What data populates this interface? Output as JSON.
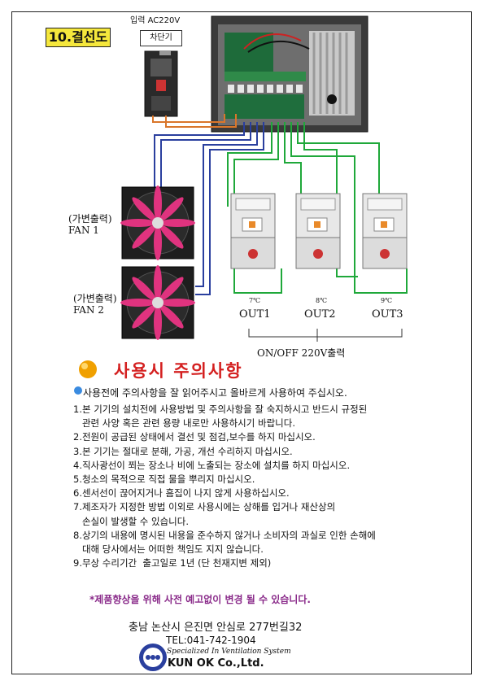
{
  "title": "10.결선도",
  "input_label": "입력 AC220V",
  "breaker_label": "차단기",
  "fans": [
    {
      "mode": "(가변출력)",
      "name": "FAN 1"
    },
    {
      "mode": "(가변출력)",
      "name": "FAN 2"
    }
  ],
  "outputs": [
    {
      "temp": "7℃",
      "name": "OUT1"
    },
    {
      "temp": "8℃",
      "name": "OUT2"
    },
    {
      "temp": "9℃",
      "name": "OUT3"
    }
  ],
  "onoff_label": "ON/OFF   220V출력",
  "caution": {
    "title": "사용시 주의사항",
    "intro": "사용전에 주의사항을 잘 읽어주시고 올바르게 사용하여 주십시오.",
    "items": [
      "1.본 기기의 설치전에 사용방법 및 주의사항을 잘 숙지하시고 반드시 규정된\n   관련 사양 혹은 관련 용량 내로만 사용하시기 바랍니다.",
      "2.전원이 공급된 상태에서 결선 및 점검,보수를 하지 마십시오.",
      "3.본 기기는 절대로 분해, 가공, 개선 수리하지 마십시오.",
      "4.직사광선이 쬐는 장소나 비에 노출되는 장소에 설치를 하지 마십시오.",
      "5.청소의 목적으로 직접 물을 뿌리지 마십시오.",
      "6.센서선이 끊어지거나 흠집이 나지 않게 사용하십시오.",
      "7.제조자가 지정한 방법 이외로 사용시에는 상해를 입거나 재산상의\n   손실이 발생할 수 있습니다.",
      "8.상기의 내용에 명시된 내용을 준수하지 않거나 소비자의 과실로 인한 손해에\n   대해 당사에서는 어떠한 책임도 지지 않습니다.",
      "9.무상 수리기간  출고일로 1년 (단 천재지변 제외)"
    ],
    "notice": "*제품향상을 위해 사전 예고없이 변경 될 수 있습니다."
  },
  "company": {
    "address": "충남 논산시 은진면 안심로 277번길32",
    "tel": "TEL:041-742-1904",
    "tagline": "Specialized In Ventilation System",
    "name": "KUN OK Co.,Ltd."
  },
  "colors": {
    "badge": "#f5e73c",
    "blue_wire": "#2a3f9e",
    "green_wire": "#1fa83a",
    "orange_wire": "#d9762b",
    "fan_blade": "#e0337f",
    "caution_title": "#d42020",
    "notice": "#8a2b8a"
  }
}
